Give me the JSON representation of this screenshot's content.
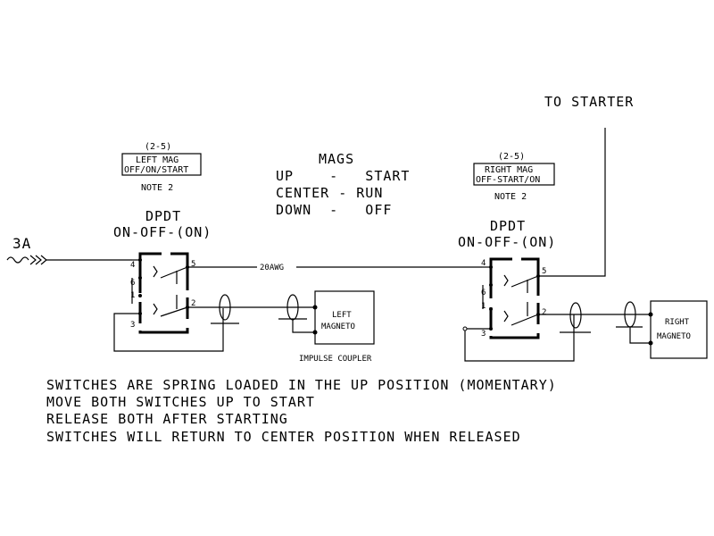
{
  "source_label": "3A",
  "wire_label": "20AWG",
  "to_starter": "TO STARTER",
  "mags_legend": {
    "title": "MAGS",
    "up": "UP    -   START",
    "center": "CENTER - RUN",
    "down": "DOWN  -   OFF"
  },
  "left_switch": {
    "ref": "(2-5)",
    "placard_line1": "LEFT MAG",
    "placard_line2": "OFF/ON/START",
    "note": "NOTE 2",
    "type": "DPDT",
    "action": "ON-OFF-(ON)",
    "pins": [
      "4",
      "5",
      "6",
      "1",
      "2",
      "3"
    ]
  },
  "right_switch": {
    "ref": "(2-5)",
    "placard_line1": "RIGHT MAG",
    "placard_line2": "OFF-START/ON",
    "note": "NOTE 2",
    "type": "DPDT",
    "action": "ON-OFF-(ON)",
    "pins": [
      "4",
      "5",
      "6",
      "1",
      "2",
      "3"
    ]
  },
  "left_magneto": {
    "line1": "LEFT",
    "line2": "MAGNETO",
    "coupler": "IMPULSE COUPLER"
  },
  "right_magneto": {
    "line1": "RIGHT",
    "line2": "MAGNETO"
  },
  "notes": [
    "SWITCHES ARE SPRING LOADED IN THE UP POSITION (MOMENTARY)",
    "MOVE BOTH SWITCHES UP TO START",
    "RELEASE BOTH AFTER STARTING",
    "SWITCHES WILL RETURN TO CENTER POSITION WHEN RELEASED"
  ]
}
